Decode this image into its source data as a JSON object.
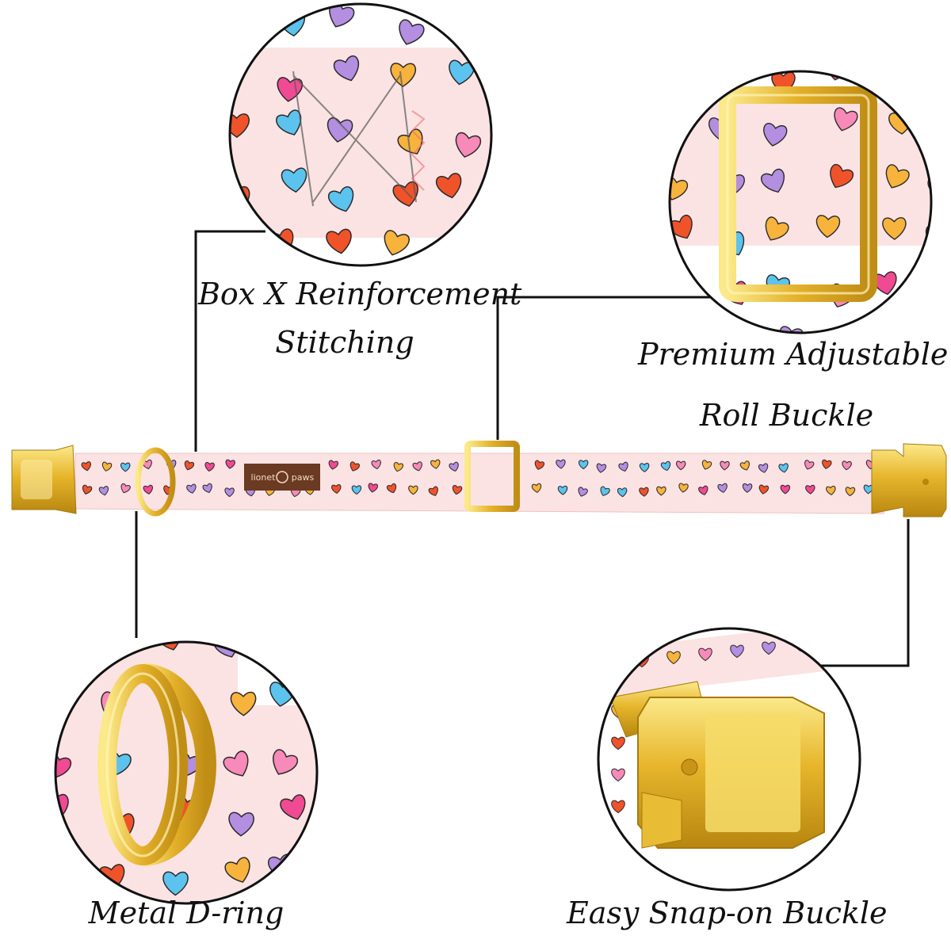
{
  "features": {
    "stitching": {
      "line1": "Box X Reinforcement",
      "line2": "Stitching"
    },
    "roll_buckle": {
      "line1": "Premium Adjustable",
      "line2": "Roll Buckle"
    },
    "d_ring": {
      "label": "Metal D-ring"
    },
    "snap_buckle": {
      "label": "Easy Snap-on Buckle"
    }
  },
  "brand": {
    "left": "lionet",
    "right": "paws"
  },
  "colors": {
    "fabric": "#f9dede",
    "gold": "#e3b52c",
    "gold_light": "#f8e27a",
    "hearts": [
      "#f0532a",
      "#f7b33c",
      "#b48ee0",
      "#5cc3ef",
      "#f04a93",
      "#f78ab8"
    ]
  }
}
